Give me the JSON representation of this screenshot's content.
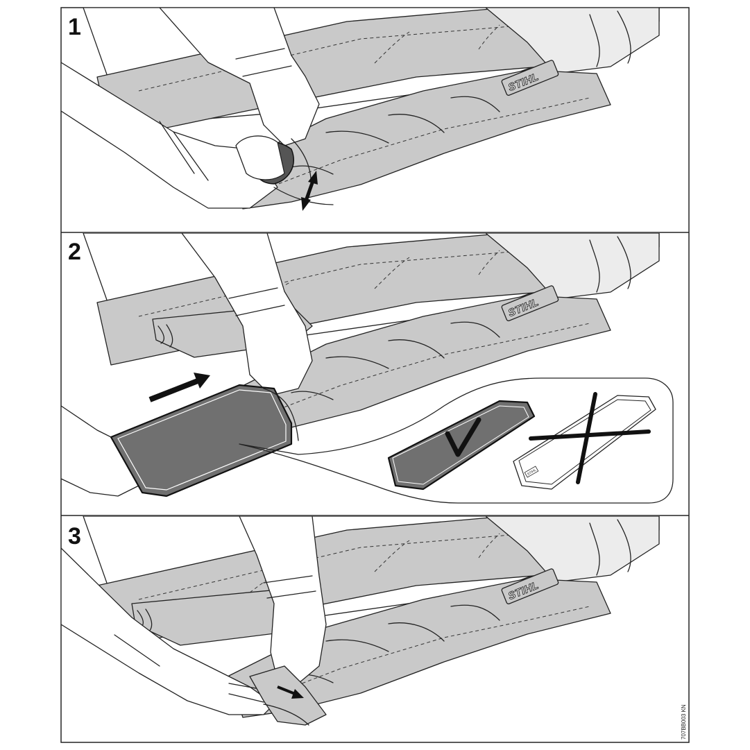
{
  "steps": [
    {
      "number": "1"
    },
    {
      "number": "2"
    },
    {
      "number": "3"
    }
  ],
  "brand_text": "STIHL",
  "figure_code": "707BB003 KN",
  "icons": [
    "double-arrow-icon",
    "insert-arrow-icon",
    "checkmark-icon",
    "cross-icon",
    "pull-arrow-icon"
  ]
}
